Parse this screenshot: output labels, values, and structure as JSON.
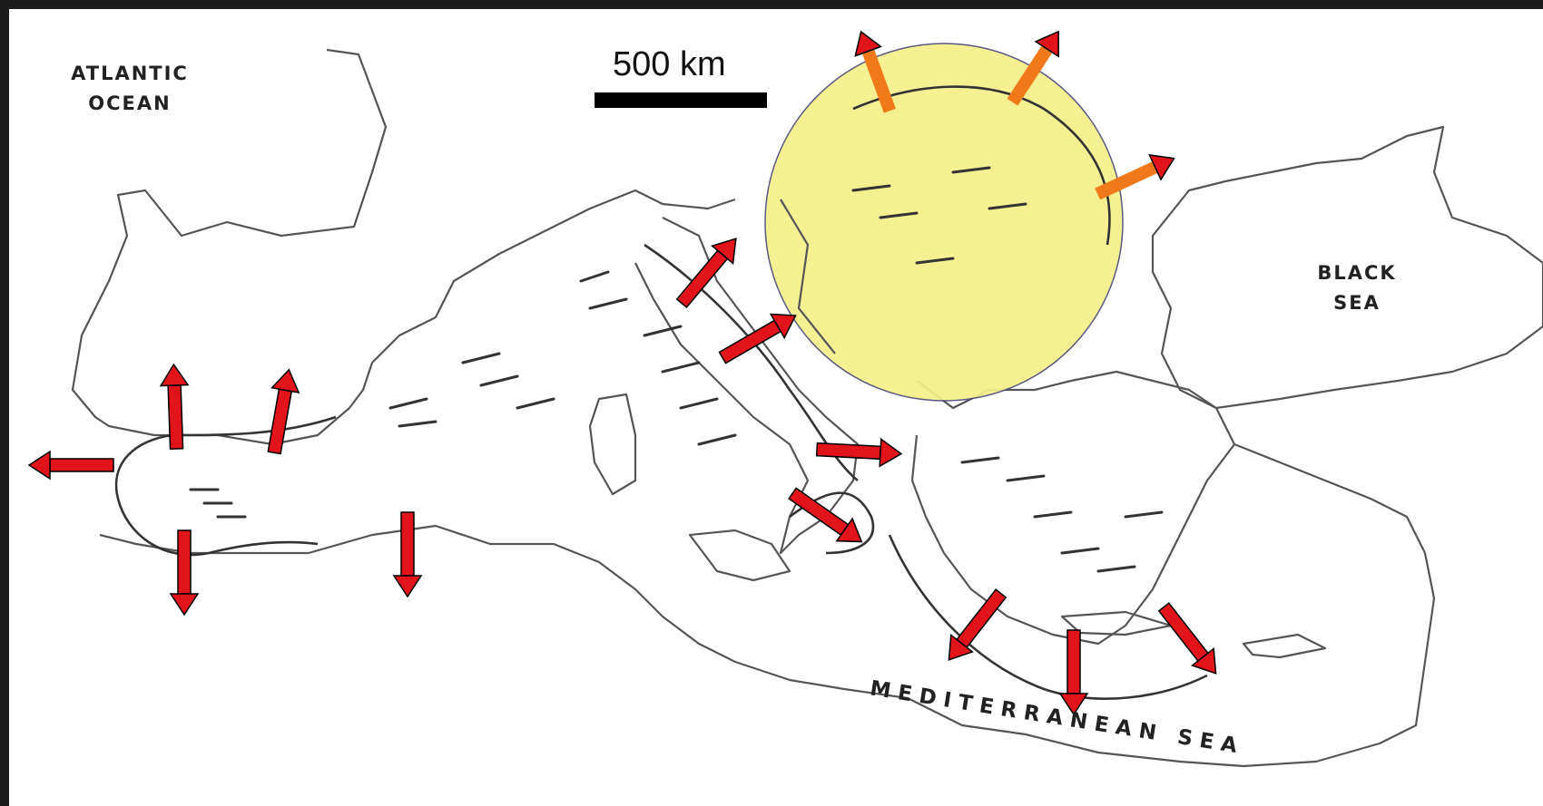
{
  "map": {
    "labels": {
      "atlantic_line1": "ATLANTIC",
      "atlantic_line2": "OCEAN",
      "black_line1": "BLACK",
      "black_line2": "SEA",
      "mediterranean": "MEDITERRANEAN SEA"
    },
    "scale": {
      "label": "500 km"
    },
    "highlight": {
      "fill": "#f5f08a",
      "arrow_color": "#f07a1a"
    },
    "arrows": {
      "color": "#e0141a",
      "outline": "#000000"
    }
  }
}
